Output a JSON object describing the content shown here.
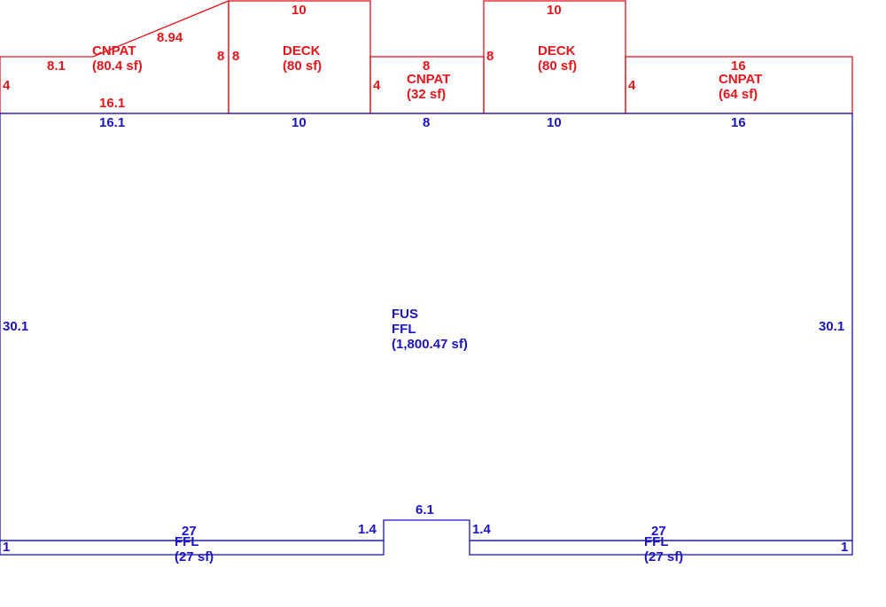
{
  "colors": {
    "addition": "#e8141a",
    "main": "#1a14c8"
  },
  "main_area": {
    "code": "FUS",
    "level": "FFL",
    "area": "(1,800.47 sf)",
    "dim_top_1": "16.1",
    "dim_top_2": "10",
    "dim_top_3": "8",
    "dim_top_4": "10",
    "dim_top_5": "16",
    "dim_left": "30.1",
    "dim_right": "30.1",
    "notch_width": "6.1",
    "notch_left": "1.4",
    "notch_right": "1.4"
  },
  "left_strip": {
    "code": "FFL",
    "area": "(27 sf)",
    "length": "27",
    "depth": "1"
  },
  "right_strip": {
    "code": "FFL",
    "area": "(27 sf)",
    "length": "27",
    "depth": "1"
  },
  "patio_1": {
    "code": "CNPAT",
    "area": "(80.4 sf)",
    "top": "8.1",
    "diag": "8.94",
    "bottom": "16.1",
    "left": "4",
    "right": "8"
  },
  "deck_1": {
    "code": "DECK",
    "area": "(80 sf)",
    "top": "10",
    "left": "8"
  },
  "patio_2": {
    "code": "CNPAT",
    "area": "(32 sf)",
    "top": "8",
    "left": "4"
  },
  "deck_2": {
    "code": "DECK",
    "area": "(80 sf)",
    "top": "10",
    "left": "8"
  },
  "patio_3": {
    "code": "CNPAT",
    "area": "(64 sf)",
    "top": "16",
    "left": "4"
  }
}
